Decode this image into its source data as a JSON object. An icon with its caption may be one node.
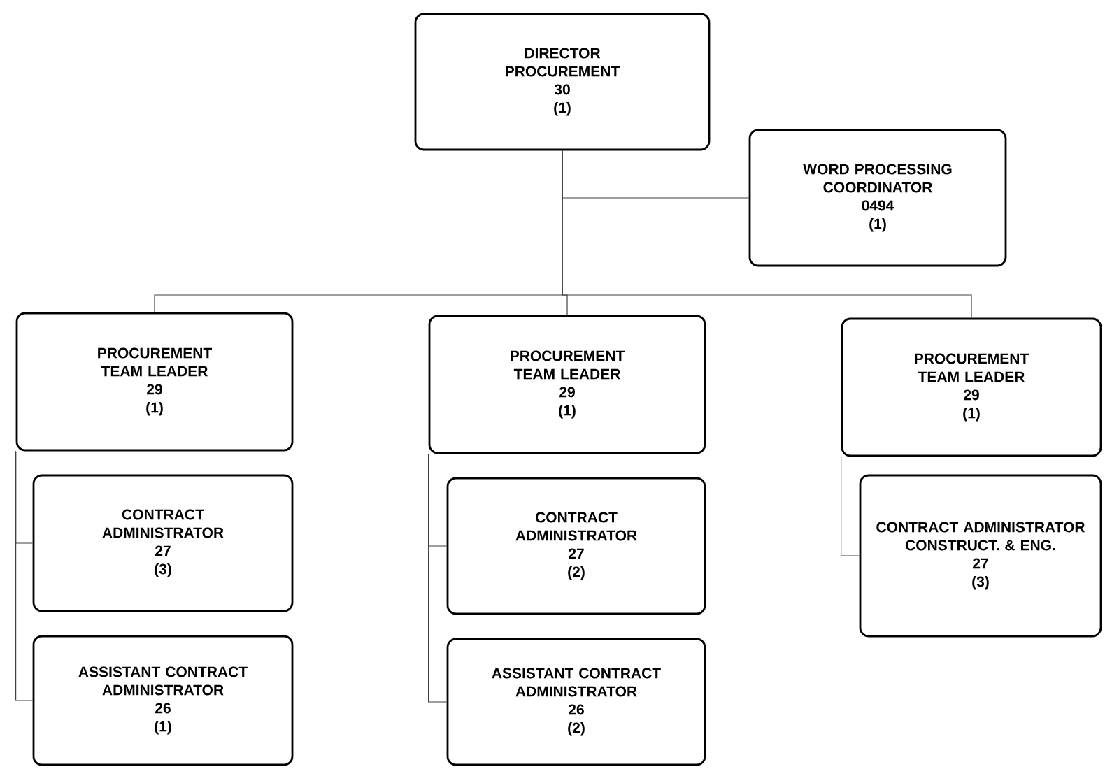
{
  "diagram": {
    "nodes": [
      {
        "text": [
          "DIRECTOR PROCUREMENT",
          "30",
          "(1)"
        ]
      },
      {
        "text": [
          "WORD PROCESSING COORDINATOR",
          "0494",
          "(1)"
        ]
      },
      {
        "text": [
          "PROCUREMENT TEAM LEADER",
          "29",
          "(1)"
        ]
      },
      {
        "text": [
          "CONTRACT ADMINISTRATOR",
          "27",
          "(3)"
        ]
      },
      {
        "text": [
          "ASSISTANT CONTRACT ADMINISTRATOR",
          "26",
          "(1)"
        ]
      },
      {
        "text": [
          "PROCUREMENT TEAM LEADER",
          "29",
          "(1)"
        ]
      },
      {
        "text": [
          "CONTRACT ADMINISTRATOR",
          "27",
          "(2)"
        ]
      },
      {
        "text": [
          "ASSISTANT CONTRACT ADMINISTRATOR",
          "26",
          "(2)"
        ]
      },
      {
        "text": [
          "PROCUREMENT TEAM LEADER",
          "29",
          "(1)"
        ]
      },
      {
        "text": [
          "CONTRACT ADMINISTRATOR CONSTRUCT. & ENG.",
          "27",
          "(3)"
        ]
      }
    ],
    "edges": [
      {
        "from": 0,
        "to": 1,
        "arrow": "none"
      },
      {
        "from": 0,
        "to": 2,
        "arrow": "none"
      },
      {
        "from": 0,
        "to": 5,
        "arrow": "none"
      },
      {
        "from": 0,
        "to": 8,
        "arrow": "none"
      },
      {
        "from": 2,
        "to": 3,
        "arrow": "none"
      },
      {
        "from": 2,
        "to": 4,
        "arrow": "none"
      },
      {
        "from": 5,
        "to": 6,
        "arrow": "none"
      },
      {
        "from": 5,
        "to": 7,
        "arrow": "none"
      },
      {
        "from": 8,
        "to": 9,
        "arrow": "none"
      }
    ]
  }
}
